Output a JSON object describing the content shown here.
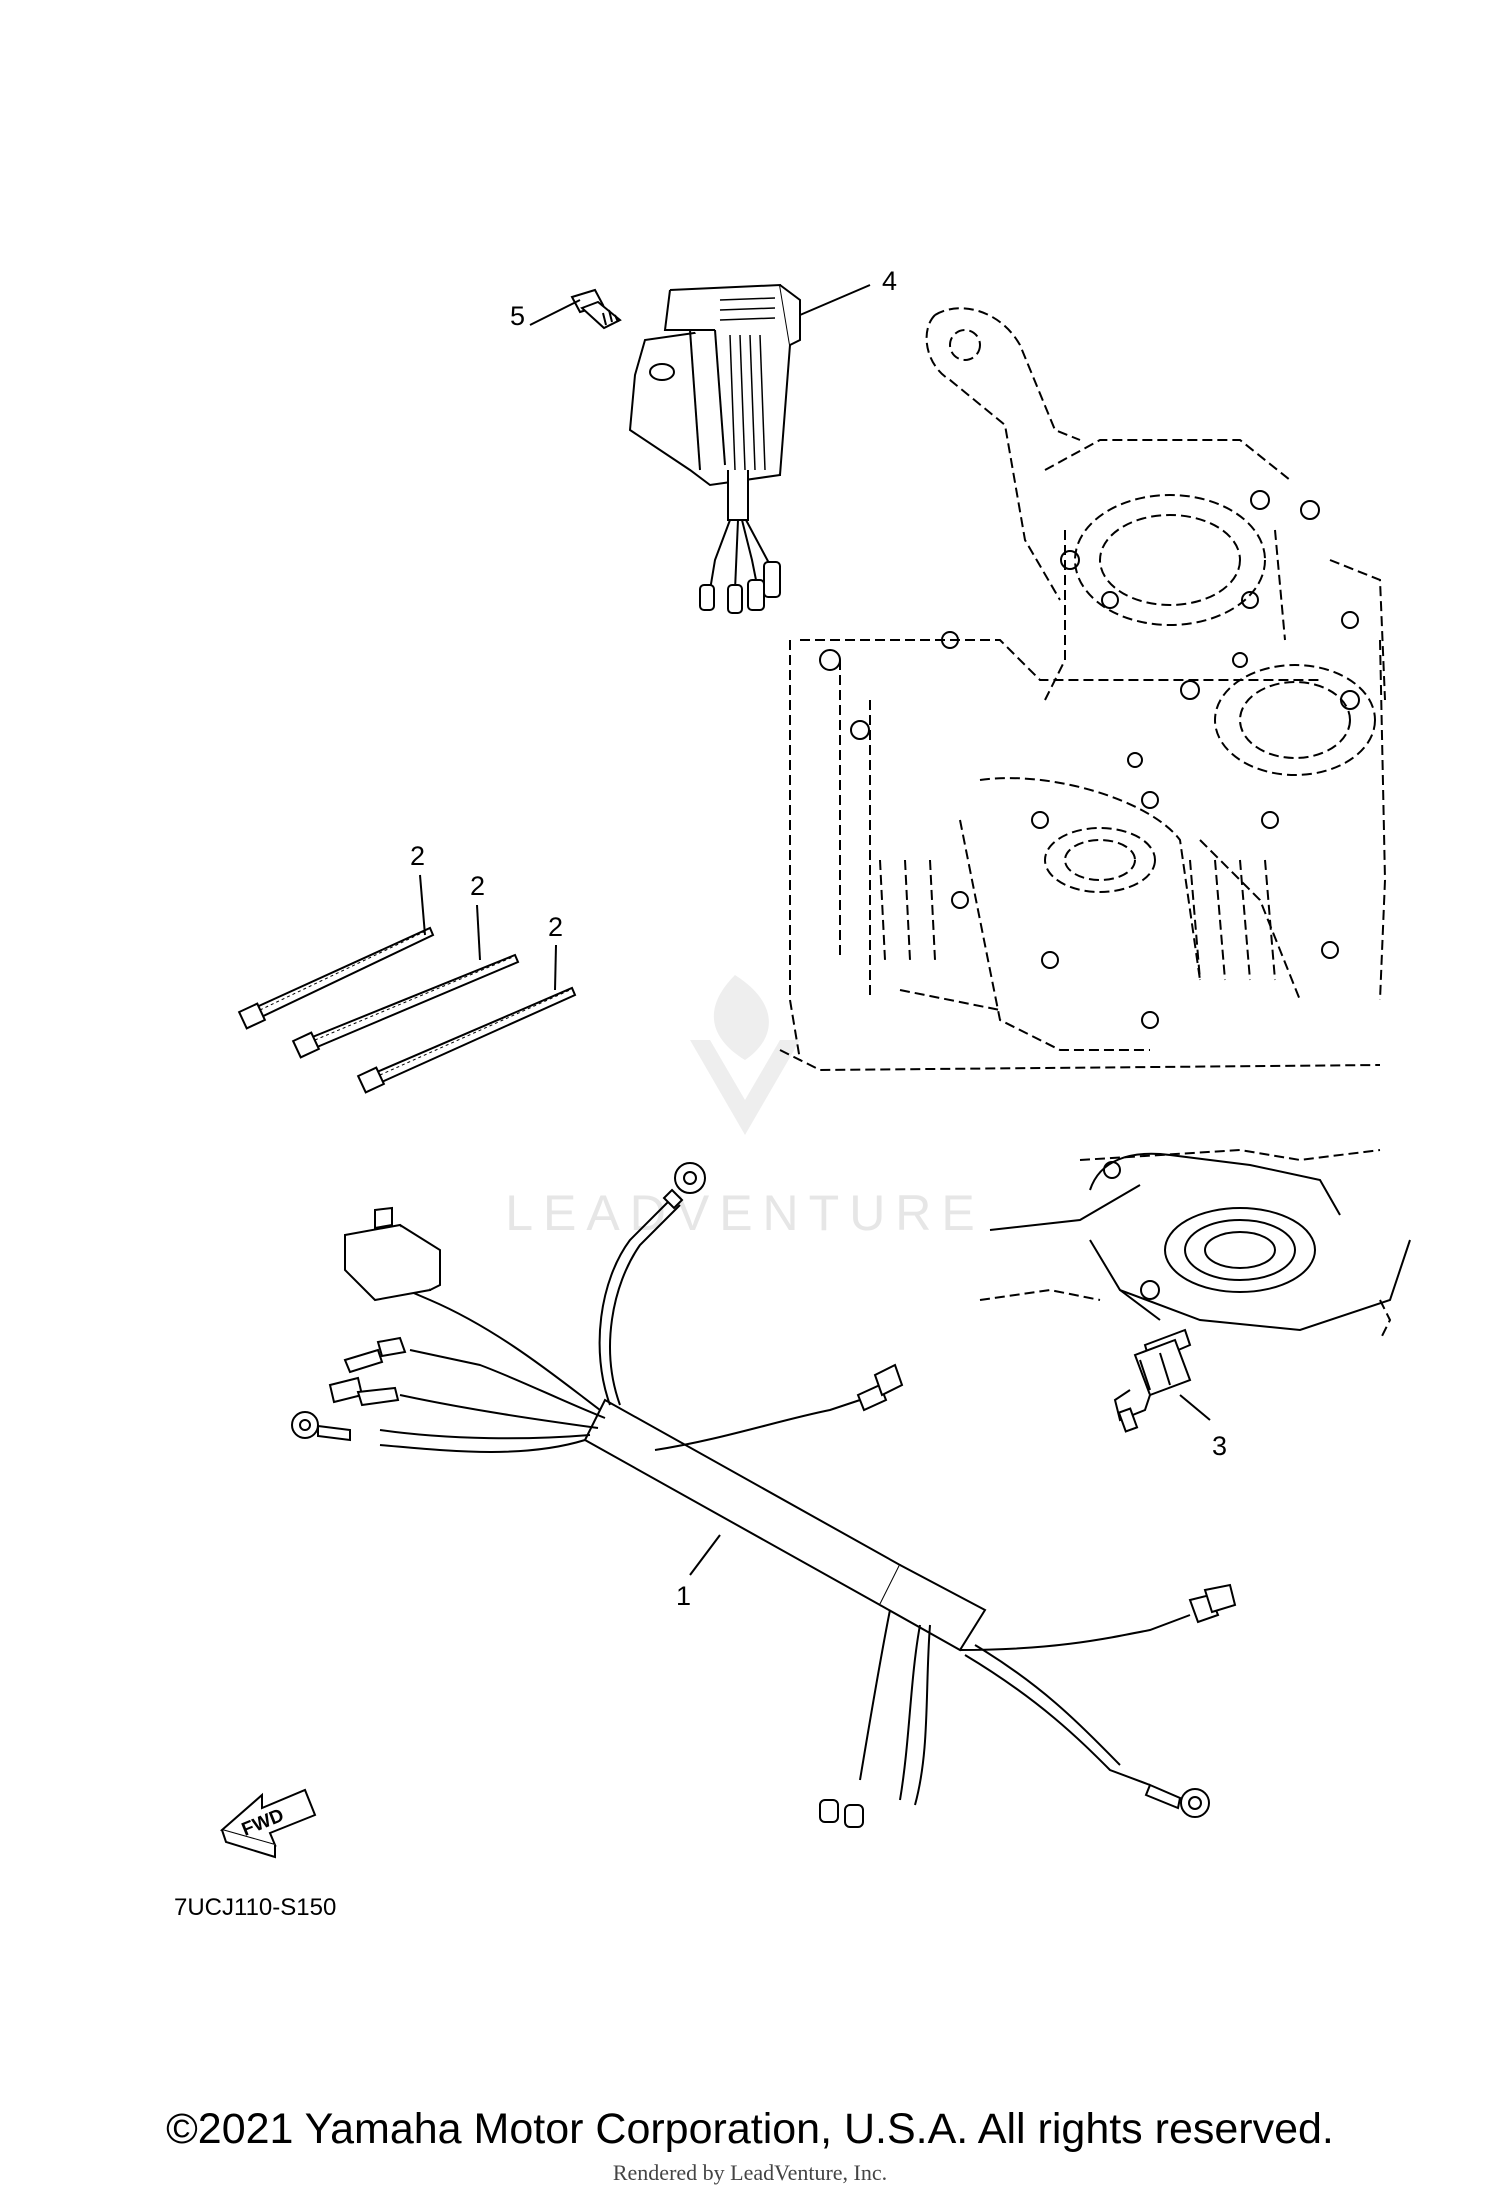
{
  "callouts": [
    {
      "id": "1",
      "label": "1"
    },
    {
      "id": "2a",
      "label": "2"
    },
    {
      "id": "2b",
      "label": "2"
    },
    {
      "id": "2c",
      "label": "2"
    },
    {
      "id": "3",
      "label": "3"
    },
    {
      "id": "4",
      "label": "4"
    },
    {
      "id": "5",
      "label": "5"
    }
  ],
  "fwd_label": "FWD",
  "diagram_code": "7UCJ110-S150",
  "watermark_text": "LEADVENTURE",
  "copyright": "©2021 Yamaha Motor Corporation, U.S.A. All rights reserved.",
  "rendered_by": "Rendered by LeadVenture, Inc."
}
